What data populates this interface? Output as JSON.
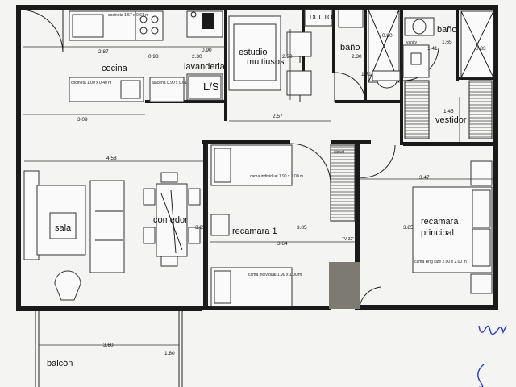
{
  "rooms": {
    "cocina": "cocina",
    "lavanderia": "lavanderia",
    "estudio_line1": "estudio",
    "estudio_line2": "multiusos",
    "bano_small": "baño",
    "bano_main": "baño",
    "vestidor": "vestidor",
    "sala": "sala",
    "comedor": "comedor",
    "recamara1": "recamara 1",
    "recamara_principal_line1": "recamara",
    "recamara_principal_line2": "principal",
    "balcon": "balcón",
    "ducto": "DUCTO"
  },
  "fixtures": {
    "ls": "L/S",
    "cocineta_top": "cocineta 1.57 x 0.61 m",
    "cocineta_bottom": "cocineta 1.00 x 0.40 m",
    "alacena": "alacena 0.90 x 0.61",
    "cama_individual_top": "cama individual 1.90 x 1.00 m",
    "cama_individual_bottom": "cama individual 1.90 x 1.00 m",
    "cama_king": "cama king size 2.00 x 2.00 m",
    "closet": "closet",
    "tv": "TV 32\"",
    "vanity": "vanity"
  },
  "dimensions": {
    "d287": "2.87",
    "d098": "0.98",
    "d230a": "2.30",
    "d090": "0.90",
    "d230b": "2.30",
    "d230c": "2.30",
    "d080": "0.80",
    "d141": "1.41",
    "d165": "1.65",
    "d083": "0.83",
    "d171": "1.71",
    "d309": "3.09",
    "d257": "2.57",
    "d145": "1.45",
    "d458": "4.58",
    "d347": "3.47",
    "d395": "3.95",
    "d385a": "3.85",
    "d364": "3.64",
    "d385b": "3.85",
    "d360": "3.60",
    "d180": "1.80"
  },
  "colors": {
    "wall": "#1a1a1a",
    "paper": "#f4f4f2",
    "hatch_block": "#7d7a72",
    "signature": "#2b3fb8"
  }
}
